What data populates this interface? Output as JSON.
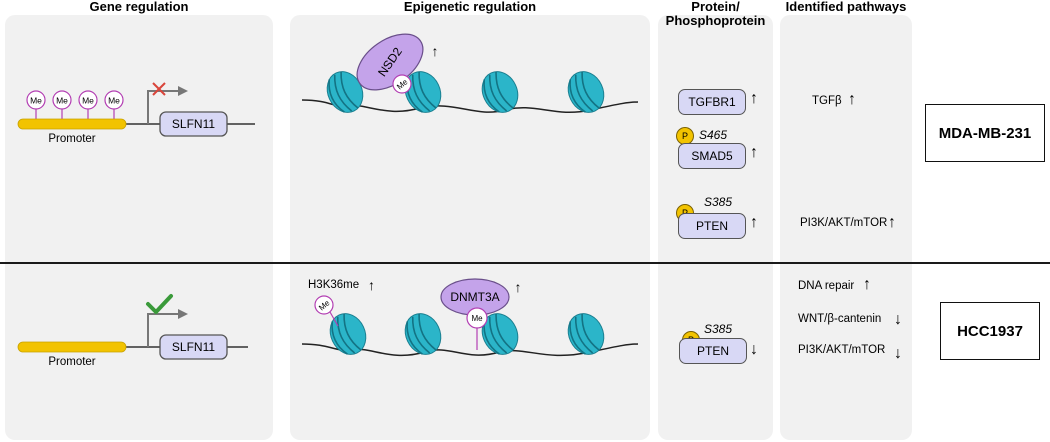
{
  "headers": {
    "gene": "Gene regulation",
    "epi": "Epigenetic regulation",
    "protein_line1": "Protein/",
    "protein_line2": "Phosphoprotein",
    "pathways": "Identified pathways"
  },
  "rows": {
    "top_label": "MDA-MB-231",
    "bottom_label": "HCC1937"
  },
  "gene": {
    "me_label": "Me",
    "promoter_label": "Promoter",
    "gene_label": "SLFN11"
  },
  "epi": {
    "top_enzyme": "NSD2",
    "bottom_enzyme": "DNMT3A",
    "mark_label": "H3K36me",
    "me_label": "Me"
  },
  "protein": {
    "tgfbr1": "TGFBR1",
    "smad5": "SMAD5",
    "smad5_site": "S465",
    "pten": "PTEN",
    "pten_site": "S385",
    "phospho_label": "P"
  },
  "pathways": {
    "tgfb": "TGFβ",
    "pi3k_top": "PI3K/AKT/mTOR",
    "dna_repair": "DNA repair",
    "wnt": "WNT/β-cantenin",
    "pi3k_bottom": "PI3K/AKT/mTOR"
  },
  "arrows": {
    "up": "↑",
    "down": "↓"
  },
  "colors": {
    "panel": "#f1f1f1",
    "promoter": "#f2c300",
    "nucleosome": "#2bb5c9",
    "enzyme": "#c4a3ea",
    "methyl": "#ffffff",
    "methyl_border": "#b33fb3",
    "protein_box": "#d8d8f5",
    "check": "#3a9a3a",
    "cross": "#d9453b"
  }
}
